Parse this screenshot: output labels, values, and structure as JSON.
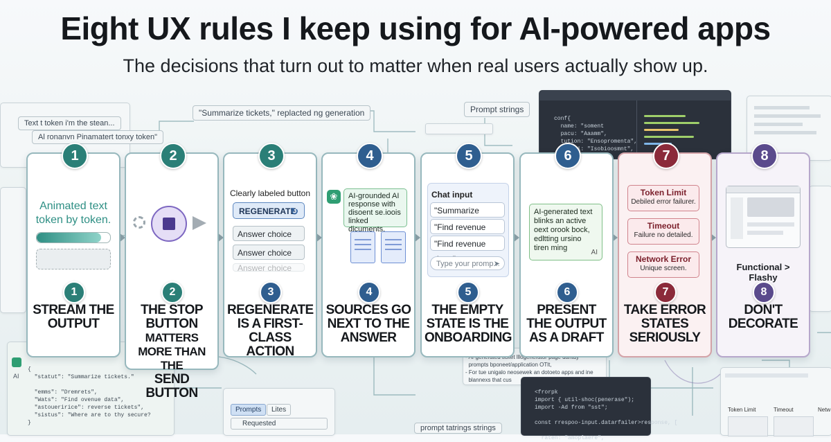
{
  "header": {
    "title": "Eight UX rules I keep using for AI-powered apps",
    "subtitle": "The decisions that turn out to matter when real users actually show up."
  },
  "colors": {
    "teal": "#2b8079",
    "blue": "#2f5e8f",
    "purple": "#5a4a8c",
    "red": "#8b2a3a"
  },
  "background": {
    "pill_summarize": "\"Summarize tickets,\" replacted ng generation",
    "pill_text_token": "Text t token i'm the stean...",
    "pill_ai_token": "Al ronanvn Pinamatert tonxy token\"",
    "pill_prompt_strings": "Prompt strings",
    "pill_prompt_tatrings": "prompt tatrings strings",
    "code_left": "{\n  \"statut\": \"Summarize tickets.\"\n\n  \"emms\": \"Dremrets\",\n  \"Wats\": \"Find ovenue data\",\n  \"astoueririce\": reverse tickets\",\n  \"sistus\": \"Where are to thy secure?\n}",
    "code_left_label": "AI",
    "code_top": "conf{\n  name: \"soment\n  pacu: \"Aaamm\",\n  tution: \"Ensopromenta\",\n  scpuri: \"Isobioosmnt\",",
    "code_bottom": "<frorpk\nimport { util-shoc(penerase\");\nimport -Ad from \"sst\";\n\nconst rrespoo-input.datarfailer>response, [\n\n  raten: \"amoplaere\",",
    "note_mid": "- AI-generated ticket lllogenerator page dantdy\n  prompts bponeet/application OTlt,\n- For tue unigalo neosewek an dotoeto apps and ine\n  blannexs that cus",
    "tabs_prompts": "Prompts",
    "tabs_lites": "Lites",
    "row_requested": "Requested",
    "tbl_token_limit": "Token Limit",
    "tbl_timeout": "Timeout",
    "tbl_network": "Netw"
  },
  "cards": [
    {
      "number": "1",
      "label": "STREAM THE OUTPUT",
      "demo_text": "Animated text token by token.",
      "progress": 0.88
    },
    {
      "number": "2",
      "label_line1": "THE STOP BUTTON",
      "label_line2": "MATTERS MORE THAN THE",
      "label_line3": "SEND BUTTON"
    },
    {
      "number": "3",
      "label": "REGENERATE IS A FIRST-CLASS ACTION",
      "caption": "Clearly labeled button",
      "button": "REGENERATE",
      "choices": [
        "Answer choice",
        "Answer choice",
        "Answer choice"
      ]
    },
    {
      "number": "4",
      "label": "SOURCES GO NEXT TO THE ANSWER",
      "bubble": "AI-grounded AI response with disoent se.ioois linked dicuments."
    },
    {
      "number": "5",
      "label": "THE EMPTY STATE IS THE ONBOARDING",
      "chat_title": "Chat input",
      "suggestions": [
        "\"Summarize tickets,\"",
        "\"Find revenue data.\"",
        "\"Find revenue data.\""
      ],
      "input_placeholder": "Type your promp..."
    },
    {
      "number": "6",
      "label": "PRESENT THE OUTPUT AS A DRAFT",
      "draft_text": "AI-generated text blinks an active oext orook bock, edltting ursino tiren ming",
      "draft_tag": "AI"
    },
    {
      "number": "7",
      "label": "TAKE ERROR STATES SERIOUSLY",
      "errors": [
        {
          "title": "Token Limit",
          "detail": "Debiled error failurer."
        },
        {
          "title": "Timeout",
          "detail": "Failure no detailed."
        },
        {
          "title": "Network Error",
          "detail": "Unique screen."
        }
      ]
    },
    {
      "number": "8",
      "label": "DON'T DECORATE",
      "caption": "Functional > Flashy"
    }
  ]
}
